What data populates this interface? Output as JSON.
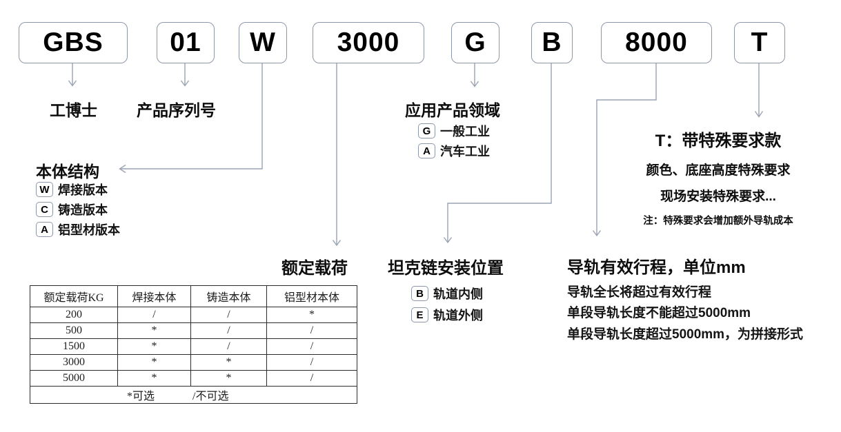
{
  "model_code": {
    "segments": [
      "GBS",
      "01",
      "W",
      "3000",
      "G",
      "B",
      "8000",
      "T"
    ]
  },
  "brand": {
    "label": "工博士"
  },
  "serial": {
    "label": "产品序列号"
  },
  "body_structure": {
    "title": "本体结构",
    "items": [
      {
        "code": "W",
        "label": "焊接版本"
      },
      {
        "code": "C",
        "label": "铸造版本"
      },
      {
        "code": "A",
        "label": "铝型材版本"
      }
    ]
  },
  "application_field": {
    "title": "应用产品领域",
    "items": [
      {
        "code": "G",
        "label": "一般工业"
      },
      {
        "code": "A",
        "label": "汽车工业"
      }
    ]
  },
  "rated_load": {
    "title": "额定载荷"
  },
  "tank_chain": {
    "title": "坦克链安装位置",
    "items": [
      {
        "code": "B",
        "label": "轨道内侧"
      },
      {
        "code": "E",
        "label": "轨道外侧"
      }
    ]
  },
  "rail_stroke": {
    "title": "导轨有效行程，单位mm",
    "lines": [
      "导轨全长将超过有效行程",
      "单段导轨长度不能超过5000mm",
      "单段导轨长度超过5000mm，为拼接形式"
    ]
  },
  "special_request": {
    "title": "T：带特殊要求款",
    "line1": "颜色、底座高度特殊要求",
    "line2": "现场安装特殊要求...",
    "note": "注：特殊要求会增加额外导轨成本"
  },
  "table": {
    "headers": [
      "额定载荷KG",
      "焊接本体",
      "铸造本体",
      "铝型材本体"
    ],
    "rows": [
      [
        "200",
        "/",
        "/",
        "*"
      ],
      [
        "500",
        "*",
        "/",
        "/"
      ],
      [
        "1500",
        "*",
        "/",
        "/"
      ],
      [
        "3000",
        "*",
        "*",
        "/"
      ],
      [
        "5000",
        "*",
        "*",
        "/"
      ]
    ],
    "legend": [
      "*可选",
      "/不可选"
    ]
  },
  "colors": {
    "box_border": "#8d97a8",
    "connector_line": "#9aa3b2",
    "text": "#0d0d0d",
    "table_border": "#2b2b2b"
  }
}
